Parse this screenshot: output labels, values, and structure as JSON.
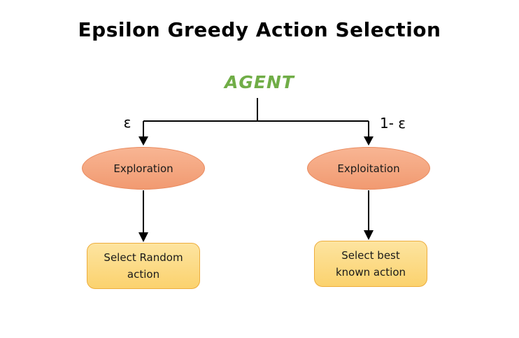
{
  "diagram": {
    "title": "Epsilon Greedy Action Selection",
    "agent_label": "AGENT",
    "branches": {
      "left": {
        "probability_label": "ε",
        "node_label": "Exploration",
        "action_line1": "Select Random",
        "action_line2": "action"
      },
      "right": {
        "probability_label": "1- ε",
        "node_label": "Exploitation",
        "action_line1": "Select best",
        "action_line2": "known action"
      }
    },
    "colors": {
      "agent_green": "#70ad47",
      "ellipse_fill_top": "#f8b593",
      "ellipse_fill_bottom": "#f19a71",
      "ellipse_border": "#e98a5e",
      "box_fill_top": "#fde4a0",
      "box_fill_bottom": "#fbd26e",
      "box_border": "#edad3e",
      "line_color": "#000000"
    }
  }
}
